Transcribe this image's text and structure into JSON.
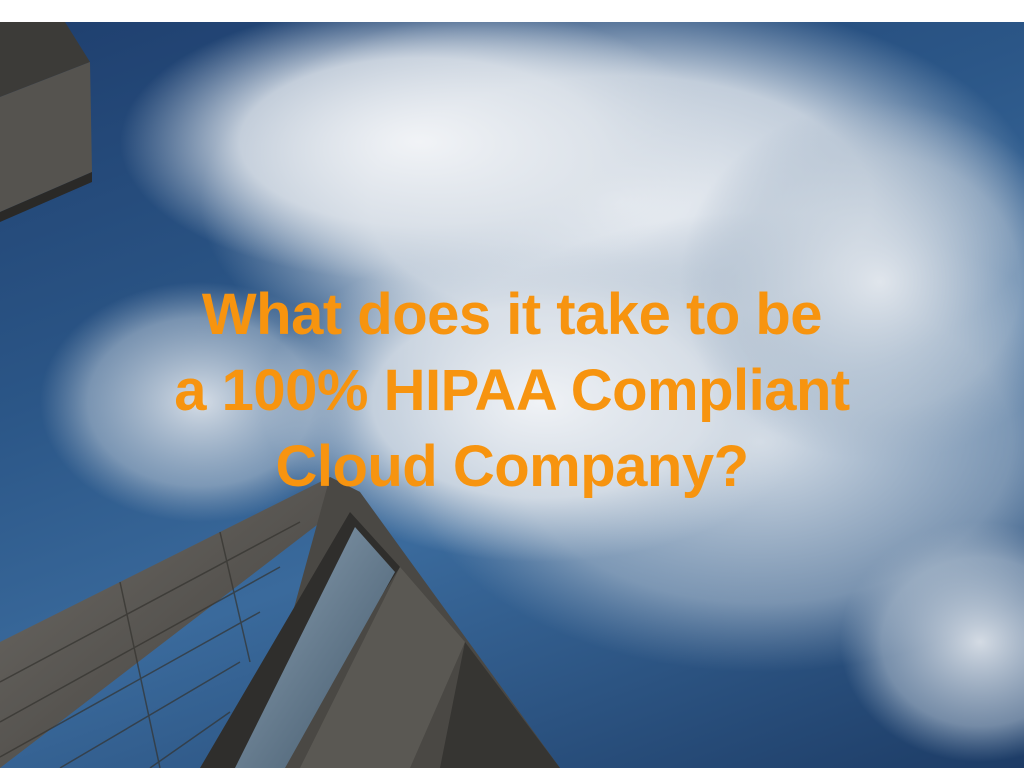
{
  "headline": {
    "line1": "What does it take to be",
    "line2": "a 100% HIPAA Compliant",
    "line3": "Cloud Company?"
  },
  "colors": {
    "headline": "#f7940f",
    "sky": "#2b5687",
    "cloud": "#e9edf2",
    "building": "#5c5a56"
  }
}
